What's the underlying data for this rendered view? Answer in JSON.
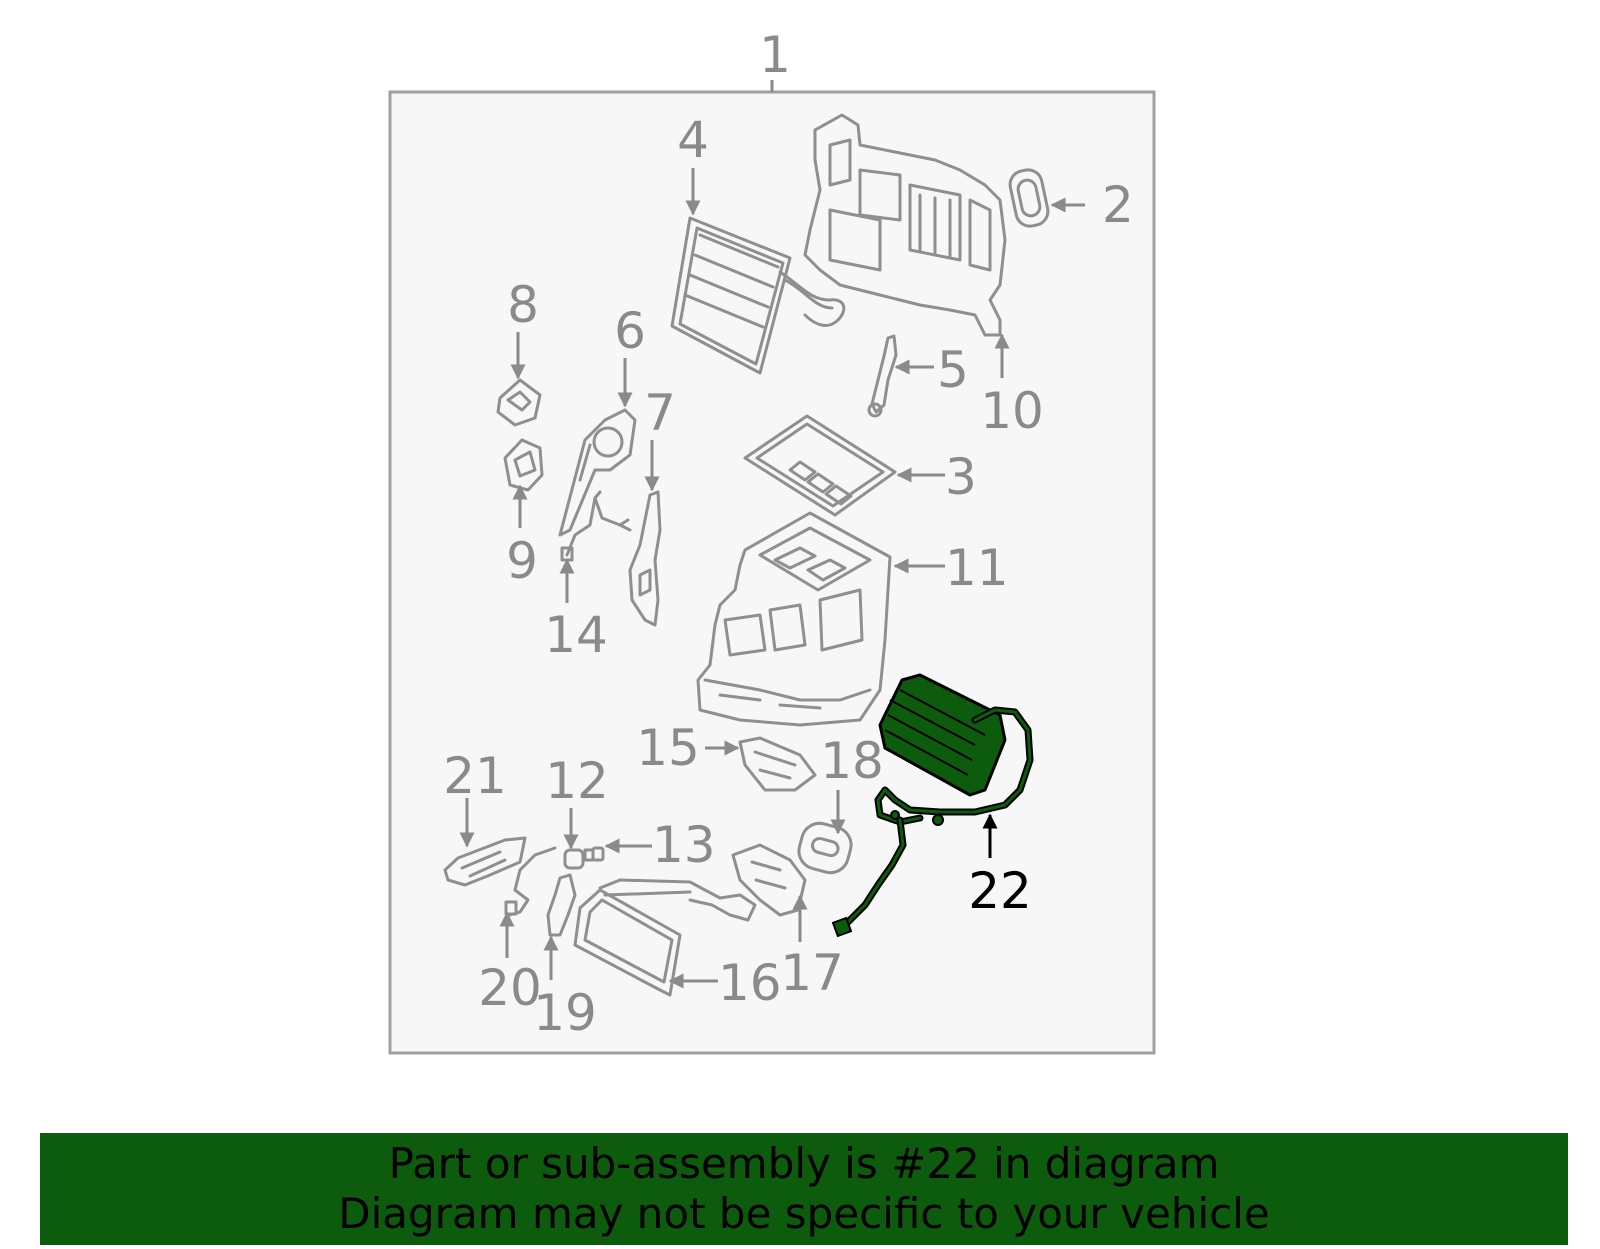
{
  "diagram": {
    "labels": {
      "l1": "1",
      "l2": "2",
      "l3": "3",
      "l4": "4",
      "l5": "5",
      "l6": "6",
      "l7": "7",
      "l8": "8",
      "l9": "9",
      "l10": "10",
      "l11": "11",
      "l12": "12",
      "l13": "13",
      "l14": "14",
      "l15": "15",
      "l16": "16",
      "l17": "17",
      "l18": "18",
      "l19": "19",
      "l20": "20",
      "l21": "21",
      "l22": "22"
    },
    "highlight_color": "#0d5c0d",
    "line_color": "#8f8f8f",
    "panel_color": "#f7f7f7"
  },
  "banner": {
    "line1": "Part or sub-assembly is #22 in diagram",
    "line2": "Diagram may not be specific to your vehicle",
    "background": "#0d5c0d"
  }
}
